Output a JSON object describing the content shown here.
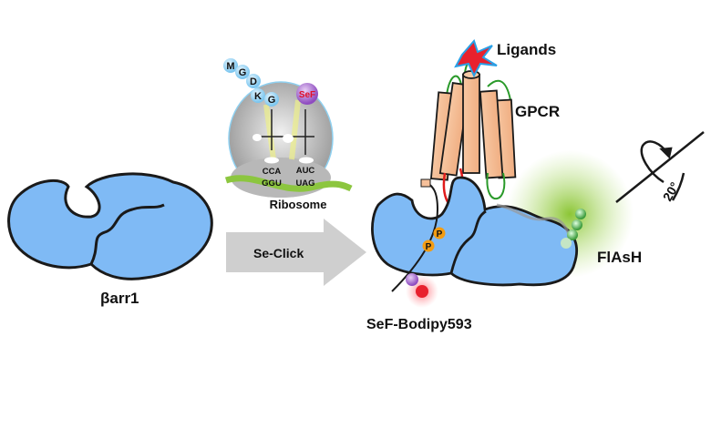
{
  "labels": {
    "barr1": "βarr1",
    "se_click": "Se-Click",
    "ribosome": "Ribosome",
    "ligands": "Ligands",
    "gpcr": "GPCR",
    "flash": "FlAsH",
    "sef_bodipy": "SeF-Bodipy593",
    "rotation": "20°"
  },
  "peptide": [
    "M",
    "G",
    "D",
    "K",
    "G"
  ],
  "sef_label": "SeF",
  "codons": {
    "trna1_anticodon": "CCA",
    "mrna1_codon": "GGU",
    "trna2_anticodon": "AUC",
    "mrna2_codon": "UAG"
  },
  "phospho": [
    "P",
    "P"
  ],
  "colors": {
    "arrestin": "#7fbaf5",
    "gpcr": "#f6c09a",
    "ribosome": "#bdbdbd",
    "mrna": "#8cc63f",
    "amino_acid": "#a9dcf7",
    "sef": "#9b59c9",
    "bodipy": "#e8212e",
    "phospho": "#f39c12",
    "flash": "#8dc63f",
    "arrow": "#cfcfcf"
  }
}
